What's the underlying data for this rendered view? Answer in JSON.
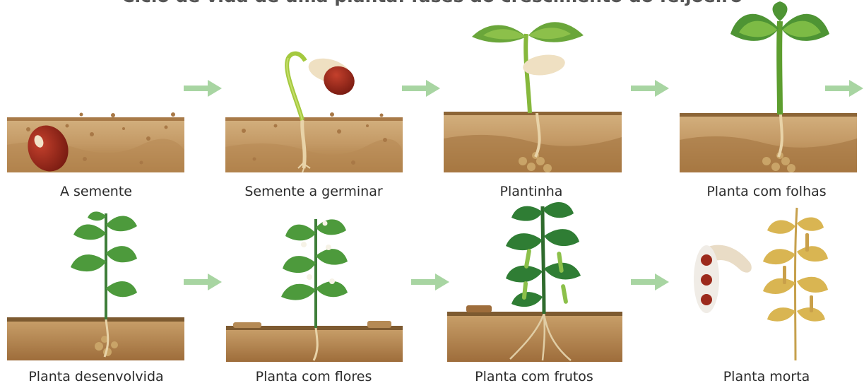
{
  "heading": "Ciclo de vida de uma planta: fases do crescimento do feijoeiro",
  "stages": [
    {
      "id": "seed",
      "label": "A semente"
    },
    {
      "id": "germinating",
      "label": "Semente a germinar"
    },
    {
      "id": "seedling",
      "label": "Plantinha"
    },
    {
      "id": "leafy",
      "label": "Planta com folhas"
    },
    {
      "id": "developed",
      "label": "Planta desenvolvida"
    },
    {
      "id": "flowering",
      "label": "Planta com flores"
    },
    {
      "id": "fruiting",
      "label": "Planta com frutos"
    },
    {
      "id": "dead",
      "label": "Planta morta"
    }
  ],
  "colors": {
    "soil_top": "#c9a574",
    "soil_mid": "#b8895a",
    "soil_dark": "#9a6a3f",
    "stem": "#7fb53a",
    "leaf": "#3f8f3a",
    "leaf_light": "#8cc04a",
    "seed": "#9c2a1c",
    "arrow": "#a8d5a2",
    "dry": "#d9b552"
  }
}
